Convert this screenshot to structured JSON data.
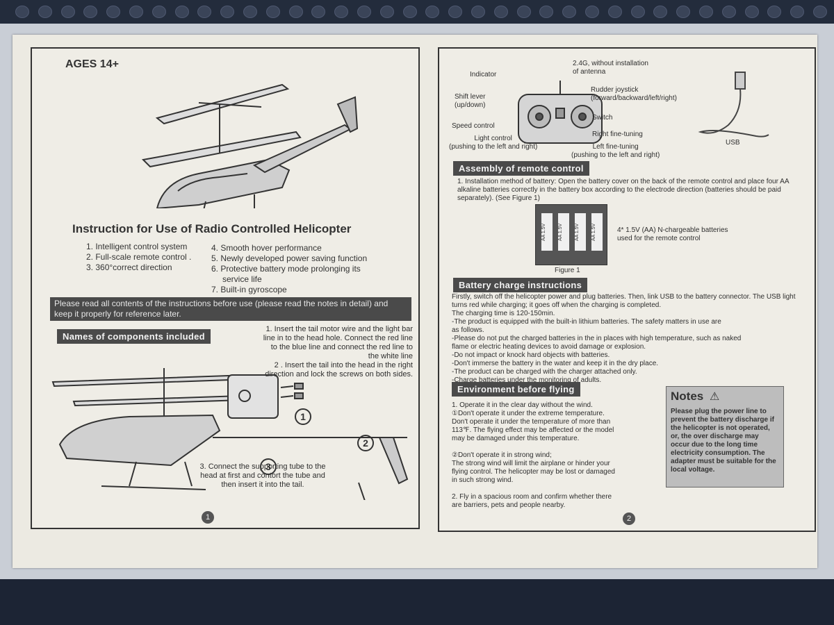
{
  "left_page": {
    "ages": "AGES 14+",
    "title": "Instruction for Use of Radio Controlled Helicopter",
    "features_col1": [
      "1. Intelligent control system",
      "2. Full-scale remote control .",
      "3. 360°correct direction"
    ],
    "features_col2": [
      "4. Smooth hover performance",
      "5. Newly developed power saving function",
      "6. Protective battery mode prolonging its",
      "service life",
      "7. Built-in gyroscope"
    ],
    "banner": "Please read all contents of the instructions before use (please read the notes in detail) and keep it properly for reference later.",
    "components_header": "Names of components included",
    "step1": "1. Insert the tail motor wire and the light bar line in to the head hole. Connect the red line to the blue line and connect the red line to the white line\n2 . Insert the tail into the head in the right direction and lock the screws on both sides.",
    "step3": "3. Connect the supporting tube to the head at first and contort the tube and then insert it into the tail.",
    "page_number": "1"
  },
  "right_page": {
    "labels": {
      "antenna": "2.4G, without installation\nof antenna",
      "indicator": "Indicator",
      "shift": "Shift lever\n(up/down)",
      "rudder": "Rudder joystick\n(forward/backward/left/right)",
      "switch": "Switch",
      "speed": "Speed control",
      "right_fine": "Right fine-tuning",
      "light": "Light control\n(pushing to the left and right)",
      "left_fine": "Left fine-tuning\n(pushing to the left and right)",
      "usb": "USB"
    },
    "assembly_header": "Assembly of remote control",
    "assembly_text": "1. Installation method of battery: Open the battery cover on the back of the remote control and place four AA alkaline batteries correctly in the battery box according to the electrode direction (batteries should be paid separately). (See Figure 1)",
    "battery_label": "AA 1.5V",
    "battery_note": "4* 1.5V (AA) N-chargeable batteries\nused for the remote control",
    "figure_caption": "Figure 1",
    "charge_header": "Battery charge instructions",
    "charge_text": "Firstly, switch off the helicopter power and plug batteries. Then, link USB to the battery connector. The USB light turns red while charging; it goes off when the charging is completed.\nThe charging time is 120-150min.\n-The product is equipped with the built-in lithium batteries. The safety matters in use are\n as follows.\n-Please do not put the charged batteries in the in places with high temperature, such as naked\n flame or electric heating devices to avoid damage or explosion.\n-Do not impact or knock hard objects with batteries.\n-Don't immerse the battery in the water and keep it in the dry place.\n-The product can be charged with the charger attached only.\n-Charge batteries under the monitoring of adults.",
    "environment_header": "Environment before flying",
    "environment_text": "1. Operate it in the clear day without the wind.\n①Don't operate it under the extreme temperature.\nDon't operate it under the temperature of more than\n113℉. The flying effect may be affected or the model\nmay be damaged under this temperature.\n\n②Don't operate it in strong wind;\nThe strong wind will limit the airplane or hinder your\nflying control. The helicopter may be lost or damaged\nin such strong wind.\n\n2. Fly in a spacious room and confirm whether there\n   are barriers, pets and people nearby.",
    "notes_title": "Notes",
    "notes_text": "Please plug the power line to prevent the battery discharge if the helicopter is not operated, or, the over discharge may occur due to the long time electricity consumption. The adapter must be suitable for the local voltage.",
    "page_number": "2"
  }
}
